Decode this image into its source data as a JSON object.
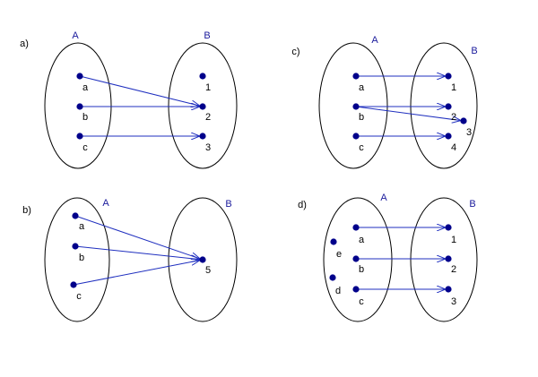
{
  "colors": {
    "dot": "#00008b",
    "arrow": "#1f2fbf",
    "outline": "#000000",
    "setLabel": "#1a1a9c"
  },
  "panels": [
    {
      "id": "a",
      "tag": "a)",
      "setA": "A",
      "setB": "B",
      "domain": [
        "a",
        "b",
        "c"
      ],
      "codomain": [
        "1",
        "2",
        "3"
      ],
      "arrows": [
        [
          "a",
          "2"
        ],
        [
          "b",
          "2"
        ],
        [
          "c",
          "3"
        ]
      ]
    },
    {
      "id": "b",
      "tag": "b)",
      "setA": "A",
      "setB": "B",
      "domain": [
        "a",
        "b",
        "c"
      ],
      "codomain": [
        "5"
      ],
      "arrows": [
        [
          "a",
          "5"
        ],
        [
          "b",
          "5"
        ],
        [
          "c",
          "5"
        ]
      ]
    },
    {
      "id": "c",
      "tag": "c)",
      "setA": "A",
      "setB": "B",
      "domain": [
        "a",
        "b",
        "c"
      ],
      "codomain": [
        "1",
        "2",
        "3",
        "4"
      ],
      "arrows": [
        [
          "a",
          "1"
        ],
        [
          "b",
          "2"
        ],
        [
          "b",
          "3"
        ],
        [
          "c",
          "4"
        ]
      ]
    },
    {
      "id": "d",
      "tag": "d)",
      "setA": "A",
      "setB": "B",
      "domain": [
        "a",
        "b",
        "c",
        "e",
        "d"
      ],
      "codomain": [
        "1",
        "2",
        "3"
      ],
      "arrows": [
        [
          "a",
          "1"
        ],
        [
          "b",
          "2"
        ],
        [
          "c",
          "3"
        ]
      ]
    }
  ]
}
